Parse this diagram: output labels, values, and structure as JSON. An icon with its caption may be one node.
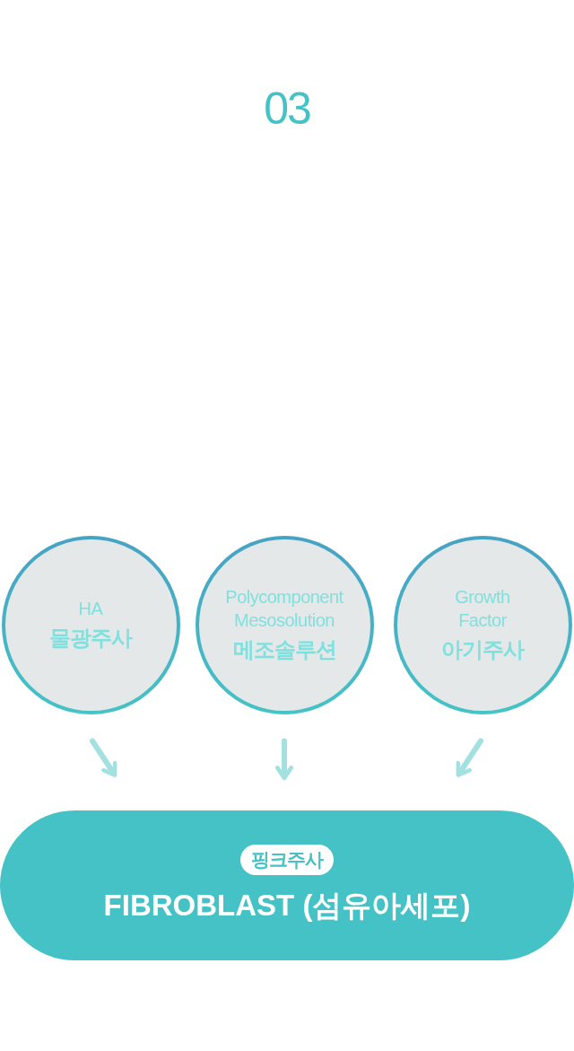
{
  "diagram": {
    "title": "03",
    "nodes": [
      {
        "text": [
          "HA",
          "물광주사"
        ]
      },
      {
        "text": [
          "Polycomponent Mesosolution",
          "메조솔루션"
        ]
      },
      {
        "text": [
          "Growth Factor",
          "아기주사"
        ]
      },
      {
        "text": [
          "핑크주사",
          "FIBROBLAST (섬유아세포)"
        ]
      }
    ],
    "edges": [
      {
        "from": 0,
        "to": 3,
        "arrow": "to"
      },
      {
        "from": 1,
        "to": 3,
        "arrow": "to"
      },
      {
        "from": 2,
        "to": 3,
        "arrow": "to"
      }
    ]
  }
}
